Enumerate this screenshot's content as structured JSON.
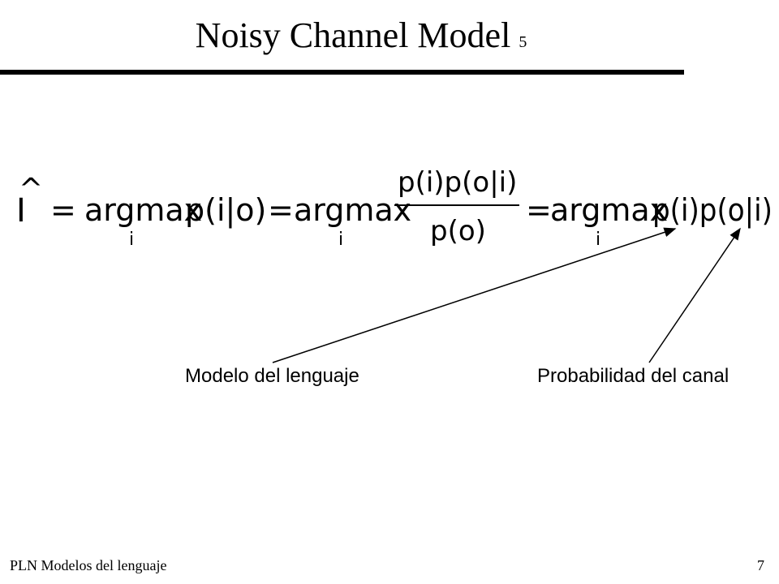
{
  "slide": {
    "title": "Noisy Channel Model",
    "title_number": "5"
  },
  "formula": {
    "lhs": "I",
    "hat": "^",
    "eq": "=",
    "argmax": "argmax",
    "subscript": "i",
    "term1": "p(i|o)",
    "numerator": "p(i)p(o|i)",
    "denominator": "p(o)",
    "term3": "p(i)p(o|i)"
  },
  "annotations": {
    "language_model": "Modelo del lenguaje",
    "channel_probability": "Probabilidad del canal"
  },
  "footer": {
    "left": "PLN  Modelos del lenguaje",
    "page": "7"
  }
}
